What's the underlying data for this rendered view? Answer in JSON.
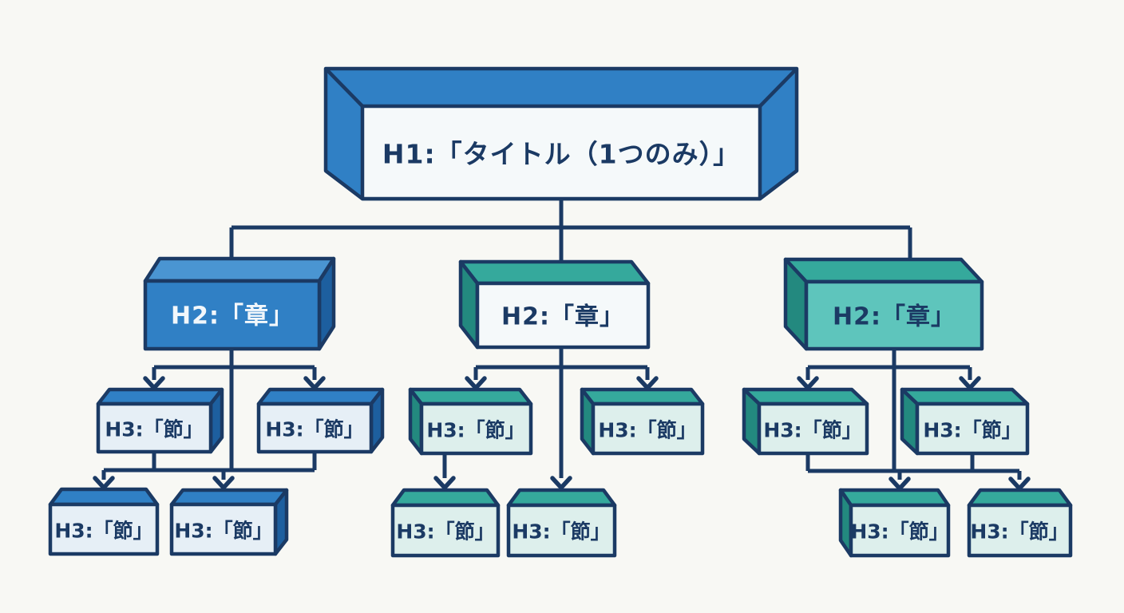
{
  "diagram": {
    "title": "H1:「タイトル（1つのみ）」",
    "groups": [
      {
        "h2": "H2:「章」",
        "h3": [
          "H3:「節」",
          "H3:「節」",
          "H3:「節」",
          "H3:「節」"
        ]
      },
      {
        "h2": "H2:「章」",
        "h3": [
          "H3:「節」",
          "H3:「節」",
          "H3:「節」",
          "H3:「節」"
        ]
      },
      {
        "h2": "H2:「章」",
        "h3": [
          "H3:「節」",
          "H3:「節」",
          "H3:「節」",
          "H3:「節」"
        ]
      }
    ]
  },
  "palette": {
    "background": "#f8f8f4",
    "line_navy": "#1b3a64",
    "text_navy": "#1b3a64",
    "text_white": "#f2f7fb",
    "blue_front": "#3080c5",
    "blue_top": "#4a95d2",
    "blue_side": "#1d5f9f",
    "pale_blue": "#e6eff6",
    "teal_front": "#5ec5bc",
    "teal_top": "#35a99c",
    "teal_side": "#23897f",
    "pale_mint": "#ddefec",
    "white_face": "#f5f9fa"
  }
}
